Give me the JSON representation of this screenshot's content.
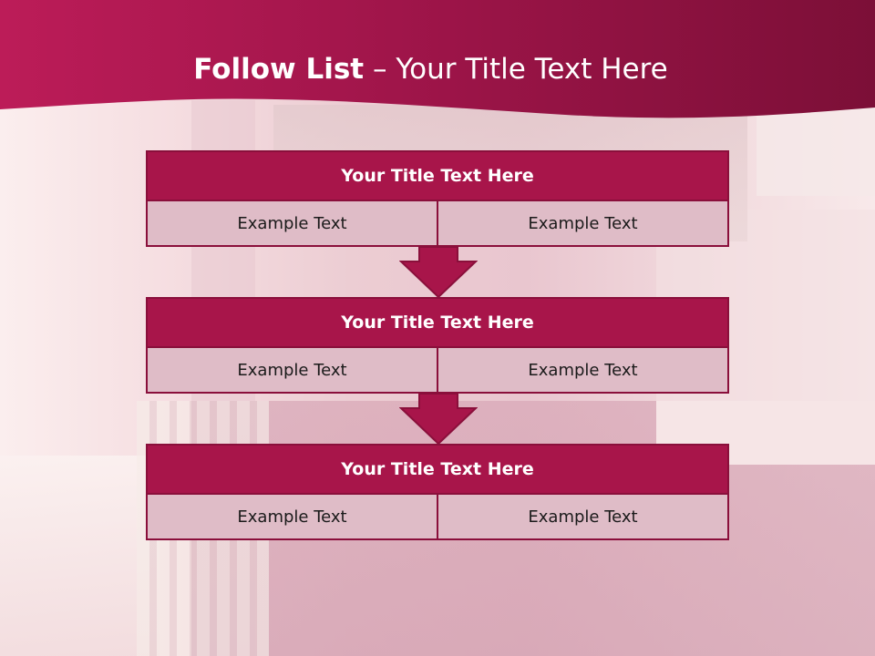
{
  "slide": {
    "title_bold": "Follow List",
    "title_rest": "  – Your Title Text Here",
    "blocks": [
      {
        "title": "Your Title Text Here",
        "cells": [
          "Example Text",
          "Example Text"
        ]
      },
      {
        "title": "Your Title Text Here",
        "cells": [
          "Example Text",
          "Example Text"
        ]
      },
      {
        "title": "Your Title Text Here",
        "cells": [
          "Example Text",
          "Example Text"
        ]
      }
    ]
  },
  "colors": {
    "header_band": "#a8154a",
    "block_title_bg": "#a8154a",
    "cell_bg": "#dfbcc7",
    "border": "#8a0f3b",
    "arrow": "#a8154a"
  }
}
